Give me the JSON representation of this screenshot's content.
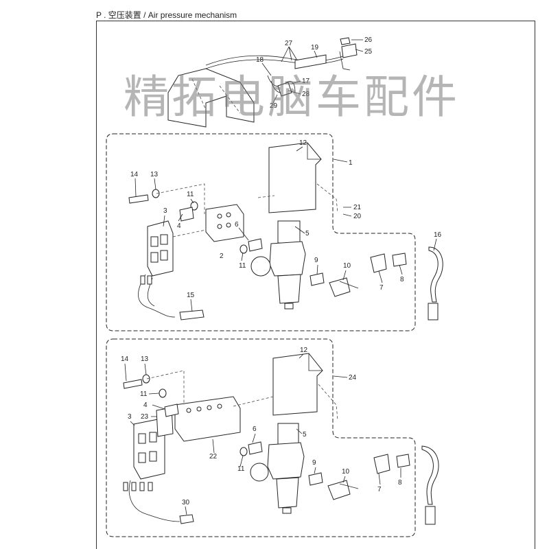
{
  "header": {
    "title": "P . 空压装置 / Air pressure mechanism"
  },
  "watermark": {
    "text": "精拓电脑车配件"
  },
  "top_assembly": {
    "labels": [
      "27",
      "19",
      "26",
      "25",
      "18",
      "17",
      "28",
      "29"
    ]
  },
  "upper_unit": {
    "labels": [
      "12",
      "1",
      "14",
      "13",
      "11",
      "3",
      "4",
      "6",
      "5",
      "21",
      "20",
      "2",
      "11",
      "9",
      "10",
      "7",
      "8",
      "16",
      "15"
    ]
  },
  "lower_unit": {
    "labels": [
      "12",
      "24",
      "14",
      "13",
      "11",
      "4",
      "23",
      "3",
      "6",
      "5",
      "22",
      "11",
      "9",
      "10",
      "7",
      "8",
      "30"
    ]
  }
}
